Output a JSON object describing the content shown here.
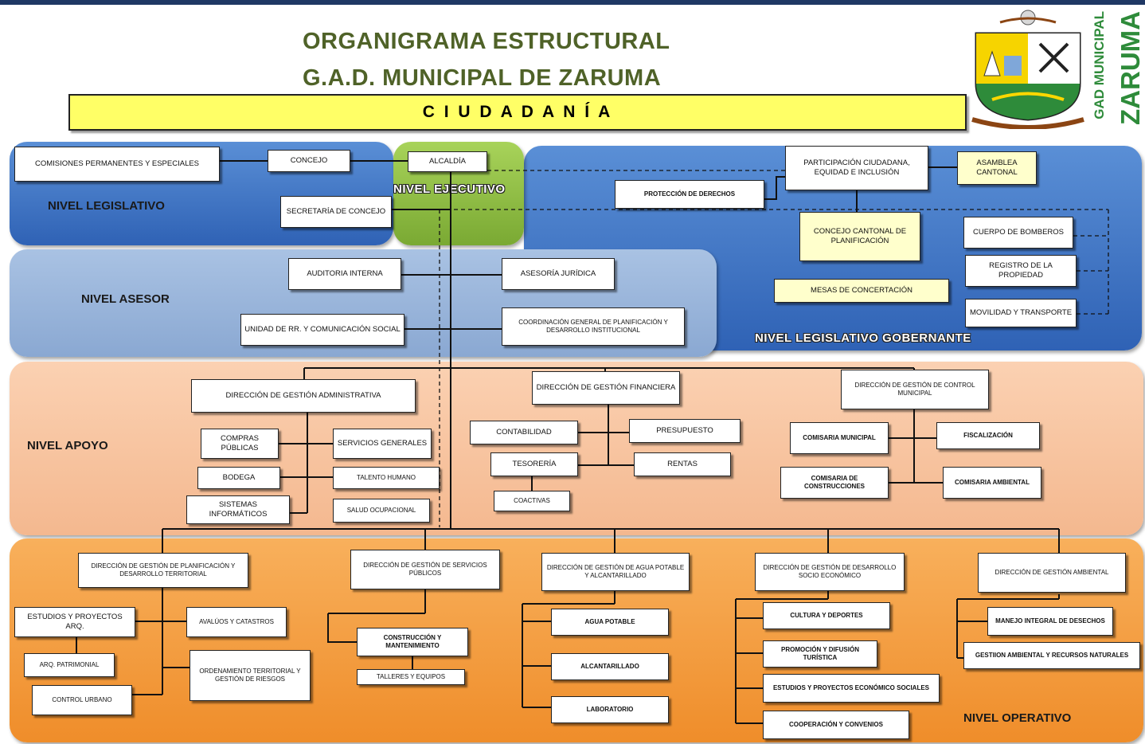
{
  "title_line1": "ORGANIGRAMA ESTRUCTURAL",
  "title_line2": "G.A.D. MUNICIPAL DE ZARUMA",
  "ciudadania": "C I U D A D A N Í A",
  "logo": {
    "small_text": "GAD MUNICIPAL",
    "big_text": "ZARUMA",
    "icon": "municipal-coat-of-arms"
  },
  "levels": {
    "legislativo": "NIVEL LEGISLATIVO",
    "ejecutivo": "NIVEL EJECUTIVO",
    "asesor": "NIVEL ASESOR",
    "legislativo_gobernante": "NIVEL LEGISLATIVO GOBERNANTE",
    "apoyo": "NIVEL APOYO",
    "operativo": "NIVEL OPERATIVO"
  },
  "colors": {
    "legislativo": "#3a6fc4",
    "ejecutivo": "#92c13f",
    "asesor": "#95b3d7",
    "apoyo": "#f8c39e",
    "operativo": "#f29a3a",
    "ciudadania": "#ffff66",
    "title": "#4f6228"
  },
  "boxes": {
    "comisiones": "COMISIONES PERMANENTES Y ESPECIALES",
    "concejo": "CONCEJO",
    "alcaldia": "ALCALDÍA",
    "secretaria": "SECRETARÍA DE CONCEJO",
    "participacion": "PARTICIPACIÓN CIUDADANA, EQUIDAD E INCLUSIÓN",
    "asamblea": "ASAMBLEA CANTONAL",
    "proteccion": "PROTECCIÓN DE DERECHOS",
    "concejo_cantonal": "CONCEJO CANTONAL DE PLANIFICACIÓN",
    "mesas": "MESAS DE CONCERTACIÓN",
    "bomberos": "CUERPO DE BOMBEROS",
    "registro": "REGISTRO DE LA PROPIEDAD",
    "movilidad": "MOVILIDAD Y TRANSPORTE",
    "auditoria": "AUDITORIA INTERNA",
    "asesoria": "ASESORÍA JURÍDICA",
    "unidad_rrpp": "UNIDAD DE RR. Y COMUNICACIÓN SOCIAL",
    "coordinacion": "COORDINACIÓN GENERAL DE PLANIFICACIÓN Y DESARROLLO INSTITUCIONAL",
    "dir_admin": "DIRECCIÓN DE GESTIÓN ADMINISTRATIVA",
    "compras": "COMPRAS PÚBLICAS",
    "servicios_generales": "SERVICIOS GENERALES",
    "bodega": "BODEGA",
    "talento": "TALENTO HUMANO",
    "sistemas": "SISTEMAS INFORMÁTICOS",
    "salud": "SALUD OCUPACIONAL",
    "dir_fin": "DIRECCIÓN DE GESTIÓN FINANCIERA",
    "contabilidad": "CONTABILIDAD",
    "presupuesto": "PRESUPUESTO",
    "tesoreria": "TESORERÍA",
    "rentas": "RENTAS",
    "coactivas": "COACTIVAS",
    "dir_control": "DIRECCIÓN DE GESTIÓN DE CONTROL MUNICIPAL",
    "comisaria_mun": "COMISARIA MUNICIPAL",
    "fiscalizacion": "FISCALIZACIÓN",
    "comisaria_const": "COMISARIA DE CONSTRUCCIONES",
    "comisaria_amb": "COMISARIA AMBIENTAL",
    "dir_plan": "DIRECCIÓN DE GESTIÓN DE PLANIFICACIÓN Y DESARROLLO TERRITORIAL",
    "estudios_arq": "ESTUDIOS Y PROYECTOS ARQ.",
    "avaluos": "AVALÚOS Y CATASTROS",
    "arq_patrimonial": "ARQ. PATRIMONIAL",
    "ordenamiento": "ORDENAMIENTO TERRITORIAL Y GESTIÓN DE RIESGOS",
    "control_urbano": "CONTROL URBANO",
    "dir_serv": "DIRECCIÓN DE GESTIÓN DE SERVICIOS PÚBLICOS",
    "construccion": "CONSTRUCCIÓN Y MANTENIMIENTO",
    "talleres": "TALLERES Y EQUIPOS",
    "dir_agua": "DIRECCIÓN DE GESTIÓN DE AGUA POTABLE Y ALCANTARILLADO",
    "agua": "AGUA POTABLE",
    "alcantarillado": "ALCANTARILLADO",
    "laboratorio": "LABORATORIO",
    "dir_socio": "DIRECCIÓN DE GESTIÓN DE DESARROLLO SOCIO ECONÓMICO",
    "cultura": "CULTURA Y DEPORTES",
    "promocion": "PROMOCIÓN Y DIFUSIÓN TURÍSTICA",
    "estudios_eco": "ESTUDIOS Y PROYECTOS ECONÓMICO SOCIALES",
    "cooperacion": "COOPERACIÓN Y CONVENIOS",
    "dir_amb": "DIRECCIÓN DE GESTIÓN AMBIENTAL",
    "manejo": "MANEJO INTEGRAL DE DESECHOS",
    "gestion_amb": "GESTIION AMBIENTAL Y RECURSOS NATURALES"
  }
}
